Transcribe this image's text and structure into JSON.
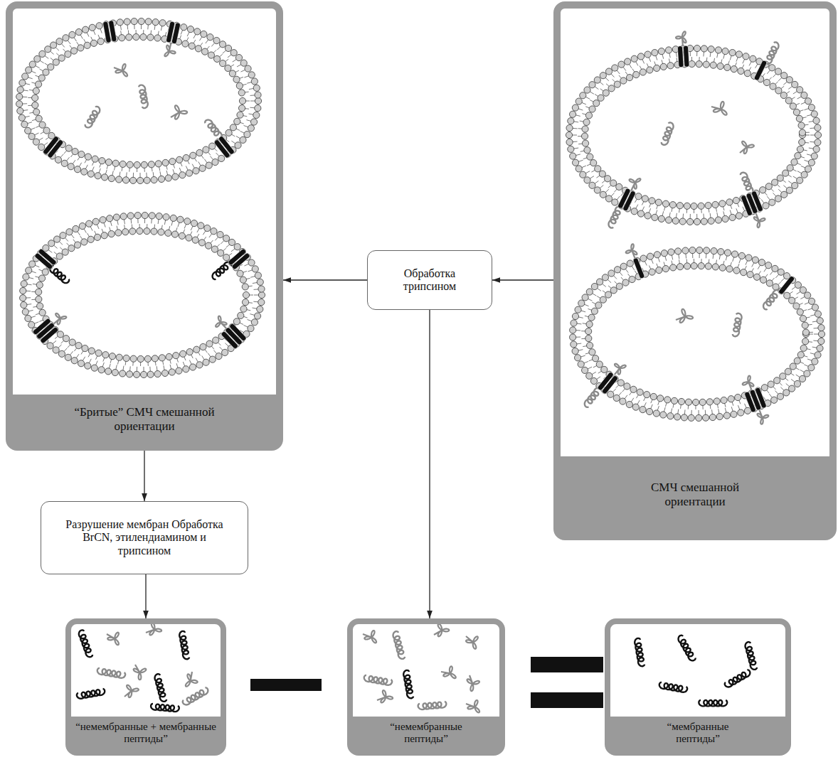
{
  "diagram": {
    "nodes": [
      {
        "text": [
          "“Бритые” СМЧ смешанной ориентации"
        ]
      },
      {
        "text": [
          "Обработка трипсином"
        ]
      },
      {
        "text": [
          "СМЧ смешанной ориентации"
        ]
      },
      {
        "text": [
          "Разрушение мембран Обработка BrCN, этилендиамином и трипсином"
        ]
      },
      {
        "text": [
          "“немембранные + мембранные пептиды”"
        ]
      },
      {
        "text": [
          "“немембранные пептиды”"
        ]
      },
      {
        "text": [
          "“мембранные пептиды”"
        ]
      }
    ],
    "edges": [
      {
        "from": 2,
        "to": 1,
        "arrow": "to"
      },
      {
        "from": 1,
        "to": 0,
        "arrow": "to"
      },
      {
        "from": 1,
        "to": 5,
        "arrow": "to"
      },
      {
        "from": 0,
        "to": 3,
        "arrow": "to"
      },
      {
        "from": 3,
        "to": 4,
        "arrow": "to"
      }
    ]
  }
}
